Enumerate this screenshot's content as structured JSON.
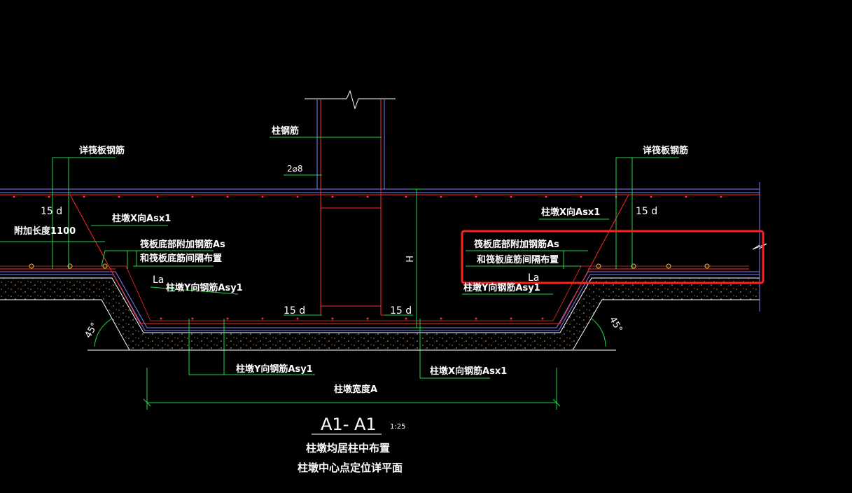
{
  "colors": {
    "background": "#000000",
    "rebar": "#ff2a2a",
    "leader": "#21d94a",
    "outline": "#8080ff",
    "concrete_outline": "#ffffff",
    "highlight": "#ff1f1f"
  },
  "labels": {
    "column_rebar": "柱钢筋",
    "stirrup": "2⌀8",
    "raft_rebar_left": "详筏板钢筋",
    "raft_rebar_right": "详筏板钢筋",
    "d15_top_left": "15 d",
    "d15_top_right": "15 d",
    "extra_length": "附加长度1100",
    "pier_x_asx1_left": "柱墩X向Asx1",
    "pier_x_asx1_right": "柱墩X向Asx1",
    "raft_add_as_left_1": "筏板底部附加钢筋As",
    "raft_add_as_left_2": "和筏板底筋间隔布置",
    "raft_add_as_right_1": "筏板底部附加钢筋As",
    "raft_add_as_right_2": "和筏板底筋间隔布置",
    "la_left": "La",
    "la_right": "La",
    "pier_y_asy1_left": "柱墩Y向钢筋Asy1",
    "pier_y_asy1_right": "柱墩Y向钢筋Asy1",
    "d15_bottom_left": "15 d",
    "d15_bottom_right": "15 d",
    "h": "H",
    "angle_left": "45°",
    "angle_right": "45°",
    "pier_y_asy1_bottom": "柱墩Y向钢筋Asy1",
    "pier_x_asx1_bottom": "柱墩X向钢筋Asx1",
    "pier_width": "柱墩宽度A",
    "section_title": "A1- A1",
    "scale": "1:25",
    "note_1": "柱墩均居柱中布置",
    "note_2": "柱墩中心点定位详平面"
  }
}
